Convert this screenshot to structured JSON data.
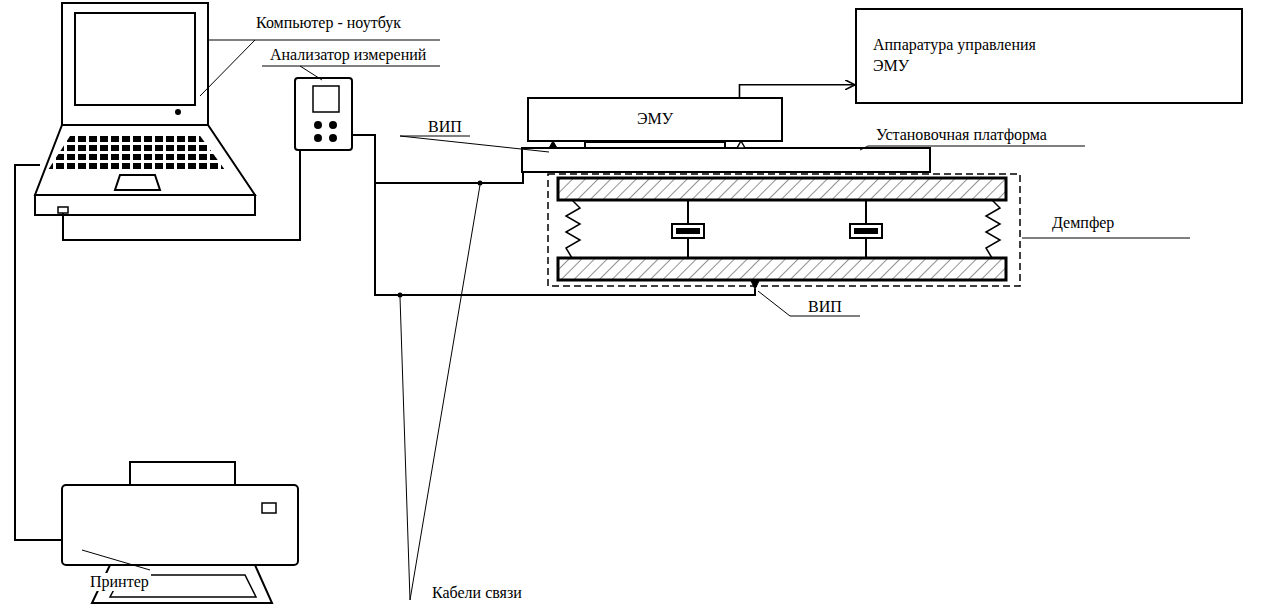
{
  "diagram": {
    "nodes": [
      {
        "text": [
          "ЭМУ"
        ]
      },
      {
        "text": [
          "Аппаратура управления ЭМУ"
        ]
      }
    ],
    "edges": [
      {
        "from": 0,
        "to": 1,
        "arrow": "to"
      }
    ],
    "labels": [
      "Компьютер - ноутбук",
      "Анализатор измерений",
      "ВИП",
      "Установочная платформа",
      "Демпфер",
      "ВИП",
      "Принтер",
      "Кабели связи"
    ]
  }
}
